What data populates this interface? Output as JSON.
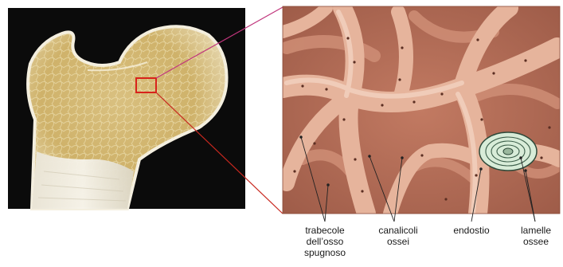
{
  "labels": {
    "trabecole": [
      "trabecole",
      "dell’osso",
      "spugnoso"
    ],
    "canalicoli": [
      "canalicoli",
      "ossei"
    ],
    "endostio": [
      "endostio"
    ],
    "lamelle": [
      "lamelle",
      "ossee"
    ]
  },
  "colors": {
    "photo_background": "#0b0b0b",
    "bone_ivory": "#f0ead4",
    "bone_yellow": "#c9ac5e",
    "tissue_background": "#b86f58",
    "trabecula_fill": "#e8b9a2",
    "osteon_fill": "#d8ecd8",
    "highlight_box": "#d8231b",
    "connector_magenta": "#c0357c",
    "connector_red": "#c8281f",
    "leader_line": "#222222"
  }
}
